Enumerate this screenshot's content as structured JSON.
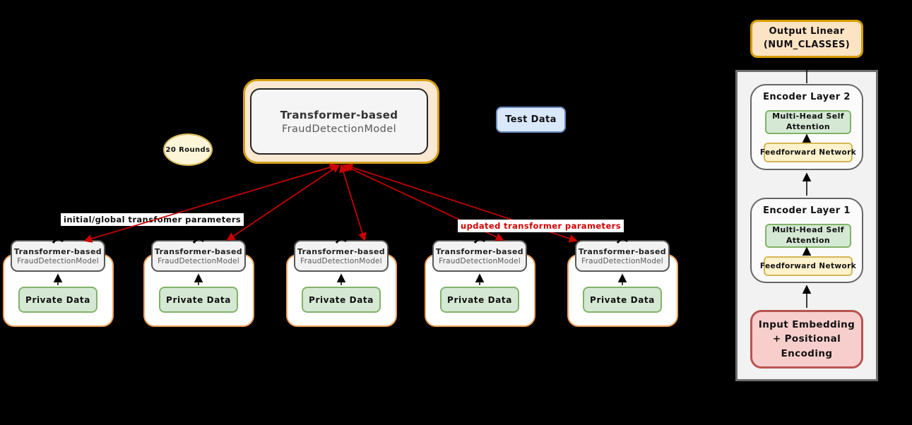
{
  "server": {
    "name_bold": "Transformer-based",
    "name_regular": "FraudDetectionModel"
  },
  "rounds_badge": "20 Rounds",
  "test_data": {
    "label": "Test Data"
  },
  "edge_labels": {
    "initial_global": "initial/global transfomer parameters",
    "updated": "updated transformer parameters"
  },
  "clients": [
    {
      "model_bold": "Transformer-based",
      "model_regular": "FraudDetectionModel",
      "data_label": "Private Data"
    },
    {
      "model_bold": "Transformer-based",
      "model_regular": "FraudDetectionModel",
      "data_label": "Private Data"
    },
    {
      "model_bold": "Transformer-based",
      "model_regular": "FraudDetectionModel",
      "data_label": "Private Data"
    },
    {
      "model_bold": "Transformer-based",
      "model_regular": "FraudDetectionModel",
      "data_label": "Private Data"
    },
    {
      "model_bold": "Transformer-based",
      "model_regular": "FraudDetectionModel",
      "data_label": "Private Data"
    }
  ],
  "encoder_panel": {
    "output_linear": "Output Linear (NUM_CLASSES)",
    "layers": [
      {
        "title": "Encoder Layer 2",
        "attention": "Multi-Head Self Attention",
        "feedforward": "Feedforward Network"
      },
      {
        "title": "Encoder Layer 1",
        "attention": "Multi-Head Self Attention",
        "feedforward": "Feedforward Network"
      }
    ],
    "input_embedding": "Input Embedding + Positional Encoding"
  },
  "colors": {
    "arrow_red": "#CC0000",
    "server_border": "#D4A017",
    "server_fill": "#FAE8D3",
    "client_border": "#F2A25D",
    "green_fill": "#D5E8D4",
    "green_border": "#82B366",
    "yellow_fill": "#FFF2CC",
    "yellow_border": "#D6B656",
    "blue_fill": "#DAE8FC",
    "blue_border": "#6C8EBF",
    "pink_fill": "#F8CECC",
    "pink_border": "#B85450",
    "orange_fill": "#FCE3C3",
    "orange_border": "#D79B00",
    "gray_border": "#595959",
    "label_red": "#D40000"
  }
}
